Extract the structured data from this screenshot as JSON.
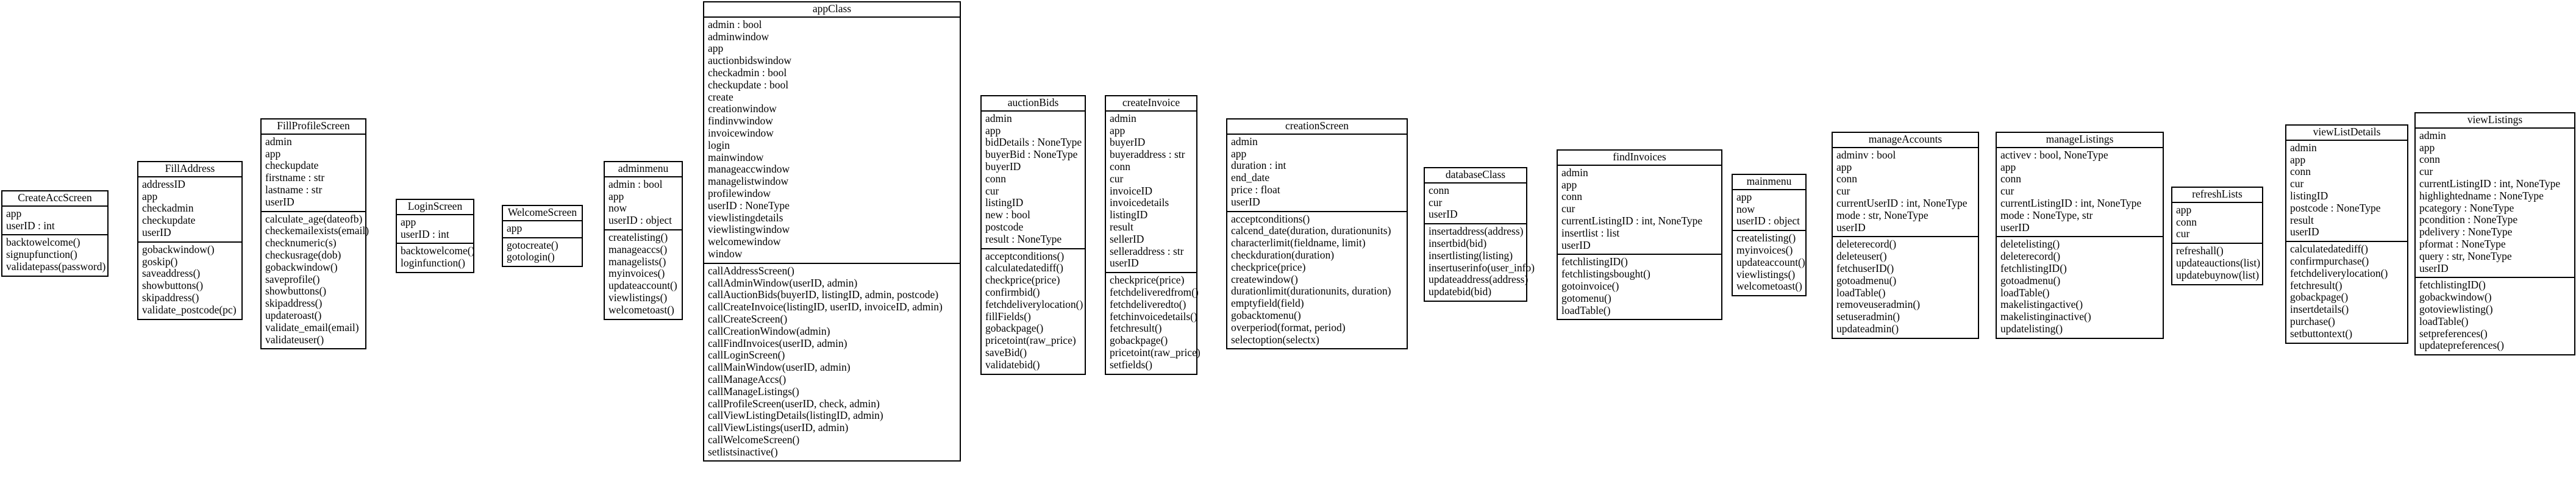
{
  "classes": [
    {
      "id": "CreateAccScreen",
      "name": "CreateAccScreen",
      "attributes": [
        "app",
        "userID : int"
      ],
      "methods": [
        "backtowelcome()",
        "signupfunction()",
        "validatepass(password)"
      ]
    },
    {
      "id": "FillAddress",
      "name": "FillAddress",
      "attributes": [
        "addressID",
        "app",
        "checkadmin",
        "checkupdate",
        "userID"
      ],
      "methods": [
        "gobackwindow()",
        "goskip()",
        "saveaddress()",
        "showbuttons()",
        "skipaddress()",
        "validate_postcode(pc)"
      ]
    },
    {
      "id": "FillProfileScreen",
      "name": "FillProfileScreen",
      "attributes": [
        "admin",
        "app",
        "checkupdate",
        "firstname : str",
        "lastname : str",
        "userID"
      ],
      "methods": [
        "calculate_age(dateofb)",
        "checkemailexists(email)",
        "checknumeric(s)",
        "checkusrage(dob)",
        "gobackwindow()",
        "saveprofile()",
        "showbuttons()",
        "skipaddress()",
        "updateroast()",
        "validate_email(email)",
        "validateuser()"
      ]
    },
    {
      "id": "LoginScreen",
      "name": "LoginScreen",
      "attributes": [
        "app",
        "userID : int"
      ],
      "methods": [
        "backtowelcome()",
        "loginfunction()"
      ]
    },
    {
      "id": "WelcomeScreen",
      "name": "WelcomeScreen",
      "attributes": [
        "app"
      ],
      "methods": [
        "gotocreate()",
        "gotologin()"
      ]
    },
    {
      "id": "adminmenu",
      "name": "adminmenu",
      "attributes": [
        "admin : bool",
        "app",
        "now",
        "userID : object"
      ],
      "methods": [
        "createlisting()",
        "manageaccs()",
        "managelists()",
        "myinvoices()",
        "updateaccount()",
        "viewlistings()",
        "welcometoast()"
      ]
    },
    {
      "id": "appClass",
      "name": "appClass",
      "attributes": [
        "admin : bool",
        "adminwindow",
        "app",
        "auctionbidswindow",
        "checkadmin : bool",
        "checkupdate : bool",
        "create",
        "creationwindow",
        "findinvwindow",
        "invoicewindow",
        "login",
        "mainwindow",
        "manageaccwindow",
        "managelistwindow",
        "profilewindow",
        "userID : NoneType",
        "viewlistingdetails",
        "viewlistingwindow",
        "welcomewindow",
        "window"
      ],
      "methods": [
        "callAddressScreen()",
        "callAdminWindow(userID, admin)",
        "callAuctionBids(buyerID, listingID, admin, postcode)",
        "callCreateInvoice(listingID, userID, invoiceID, admin)",
        "callCreateScreen()",
        "callCreationWindow(admin)",
        "callFindInvoices(userID, admin)",
        "callLoginScreen()",
        "callMainWindow(userID, admin)",
        "callManageAccs()",
        "callManageListings()",
        "callProfileScreen(userID, check, admin)",
        "callViewListingDetails(listingID, admin)",
        "callViewListings(userID, admin)",
        "callWelcomeScreen()",
        "setlistsinactive()"
      ]
    },
    {
      "id": "auctionBids",
      "name": "auctionBids",
      "attributes": [
        "admin",
        "app",
        "bidDetails : NoneType",
        "buyerBid : NoneType",
        "buyerID",
        "conn",
        "cur",
        "listingID",
        "new : bool",
        "postcode",
        "result : NoneType"
      ],
      "methods": [
        "acceptconditions()",
        "calculatedatediff()",
        "checkprice(price)",
        "confirmbid()",
        "fetchdeliverylocation()",
        "fillFields()",
        "gobackpage()",
        "pricetoint(raw_price)",
        "saveBid()",
        "validatebid()"
      ]
    },
    {
      "id": "createInvoice",
      "name": "createInvoice",
      "attributes": [
        "admin",
        "app",
        "buyerID",
        "buyeraddress : str",
        "conn",
        "cur",
        "invoiceID",
        "invoicedetails",
        "listingID",
        "result",
        "sellerID",
        "selleraddress : str",
        "userID"
      ],
      "methods": [
        "checkprice(price)",
        "fetchdeliveredfrom()",
        "fetchdeliveredto()",
        "fetchinvoicedetails()",
        "fetchresult()",
        "gobackpage()",
        "pricetoint(raw_price)",
        "setfields()"
      ]
    },
    {
      "id": "creationScreen",
      "name": "creationScreen",
      "attributes": [
        "admin",
        "app",
        "duration : int",
        "end_date",
        "price : float",
        "userID"
      ],
      "methods": [
        "acceptconditions()",
        "calcend_date(duration, durationunits)",
        "characterlimit(fieldname, limit)",
        "checkduration(duration)",
        "checkprice(price)",
        "createwindow()",
        "durationlimit(durationunits, duration)",
        "emptyfield(field)",
        "gobacktomenu()",
        "overperiod(format, period)",
        "selectoption(selectx)"
      ]
    },
    {
      "id": "databaseClass",
      "name": "databaseClass",
      "attributes": [
        "conn",
        "cur",
        "userID"
      ],
      "methods": [
        "insertaddress(address)",
        "insertbid(bid)",
        "insertlisting(listing)",
        "insertuserinfo(user_info)",
        "updateaddress(address)",
        "updatebid(bid)"
      ]
    },
    {
      "id": "findInvoices",
      "name": "findInvoices",
      "attributes": [
        "admin",
        "app",
        "conn",
        "cur",
        "currentListingID : int, NoneType",
        "insertlist : list",
        "userID"
      ],
      "methods": [
        "fetchlistingID()",
        "fetchlistingsbought()",
        "gotoinvoice()",
        "gotomenu()",
        "loadTable()"
      ]
    },
    {
      "id": "mainmenu",
      "name": "mainmenu",
      "attributes": [
        "app",
        "now",
        "userID : object"
      ],
      "methods": [
        "createlisting()",
        "myinvoices()",
        "updateaccount()",
        "viewlistings()",
        "welcometoast()"
      ]
    },
    {
      "id": "manageAccounts",
      "name": "manageAccounts",
      "attributes": [
        "adminv : bool",
        "app",
        "conn",
        "cur",
        "currentUserID : int, NoneType",
        "mode : str, NoneType",
        "userID"
      ],
      "methods": [
        "deleterecord()",
        "deleteuser()",
        "fetchuserID()",
        "gotoadmenu()",
        "loadTable()",
        "removeuseradmin()",
        "setuseradmin()",
        "updateadmin()"
      ]
    },
    {
      "id": "manageListings",
      "name": "manageListings",
      "attributes": [
        "activev : bool, NoneType",
        "app",
        "conn",
        "cur",
        "currentListingID : int, NoneType",
        "mode : NoneType, str",
        "userID"
      ],
      "methods": [
        "deletelisting()",
        "deleterecord()",
        "fetchlistingID()",
        "gotoadmenu()",
        "loadTable()",
        "makelistingactive()",
        "makelistinginactive()",
        "updatelisting()"
      ]
    },
    {
      "id": "refreshLists",
      "name": "refreshLists",
      "attributes": [
        "app",
        "conn",
        "cur"
      ],
      "methods": [
        "refreshall()",
        "updateauctions(list)",
        "updatebuynow(list)"
      ]
    },
    {
      "id": "viewListDetails",
      "name": "viewListDetails",
      "attributes": [
        "admin",
        "app",
        "conn",
        "cur",
        "listingID",
        "postcode : NoneType",
        "result",
        "userID"
      ],
      "methods": [
        "calculatedatediff()",
        "confirmpurchase()",
        "fetchdeliverylocation()",
        "fetchresult()",
        "gobackpage()",
        "insertdetails()",
        "purchase()",
        "setbuttontext()"
      ]
    },
    {
      "id": "viewListings",
      "name": "viewListings",
      "attributes": [
        "admin",
        "app",
        "conn",
        "cur",
        "currentListingID : int, NoneType",
        "highlightedname : NoneType",
        "pcategory : NoneType",
        "pcondition : NoneType",
        "pdelivery : NoneType",
        "pformat : NoneType",
        "query : str, NoneType",
        "userID"
      ],
      "methods": [
        "fetchlistingID()",
        "gobackwindow()",
        "gotoviewlisting()",
        "loadTable()",
        "setpreferences()",
        "updatepreferences()"
      ]
    }
  ]
}
